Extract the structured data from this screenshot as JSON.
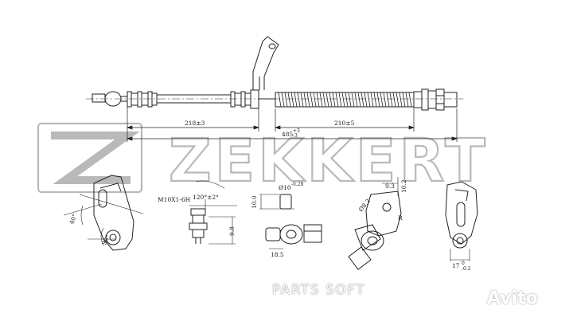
{
  "brand_watermark": "ZEKKERT",
  "footer_watermark": "PARTS SOFT",
  "avito_watermark": "Avito",
  "dimensions": {
    "d218": "218±3",
    "d210": "210±5",
    "d485": "485",
    "d485_tol": "+3\n-3",
    "angle120": "120°±2°",
    "thread": "M10X1-6H",
    "dia10": "Ø10",
    "dia10_tol": "-0.28",
    "d10_0": "10.0",
    "d9_8": "9.8",
    "d18_5": "18.5",
    "d9_3": "9.3",
    "d10_2": "10.2",
    "dia8_2": "Ø8.2",
    "radius": "R",
    "d17": "17",
    "d17_tol": "0\n-0.2",
    "angle40": "40°",
    "angle90": "90°"
  },
  "colors": {
    "line": "#222222",
    "watermark": "#b9b9b9"
  }
}
